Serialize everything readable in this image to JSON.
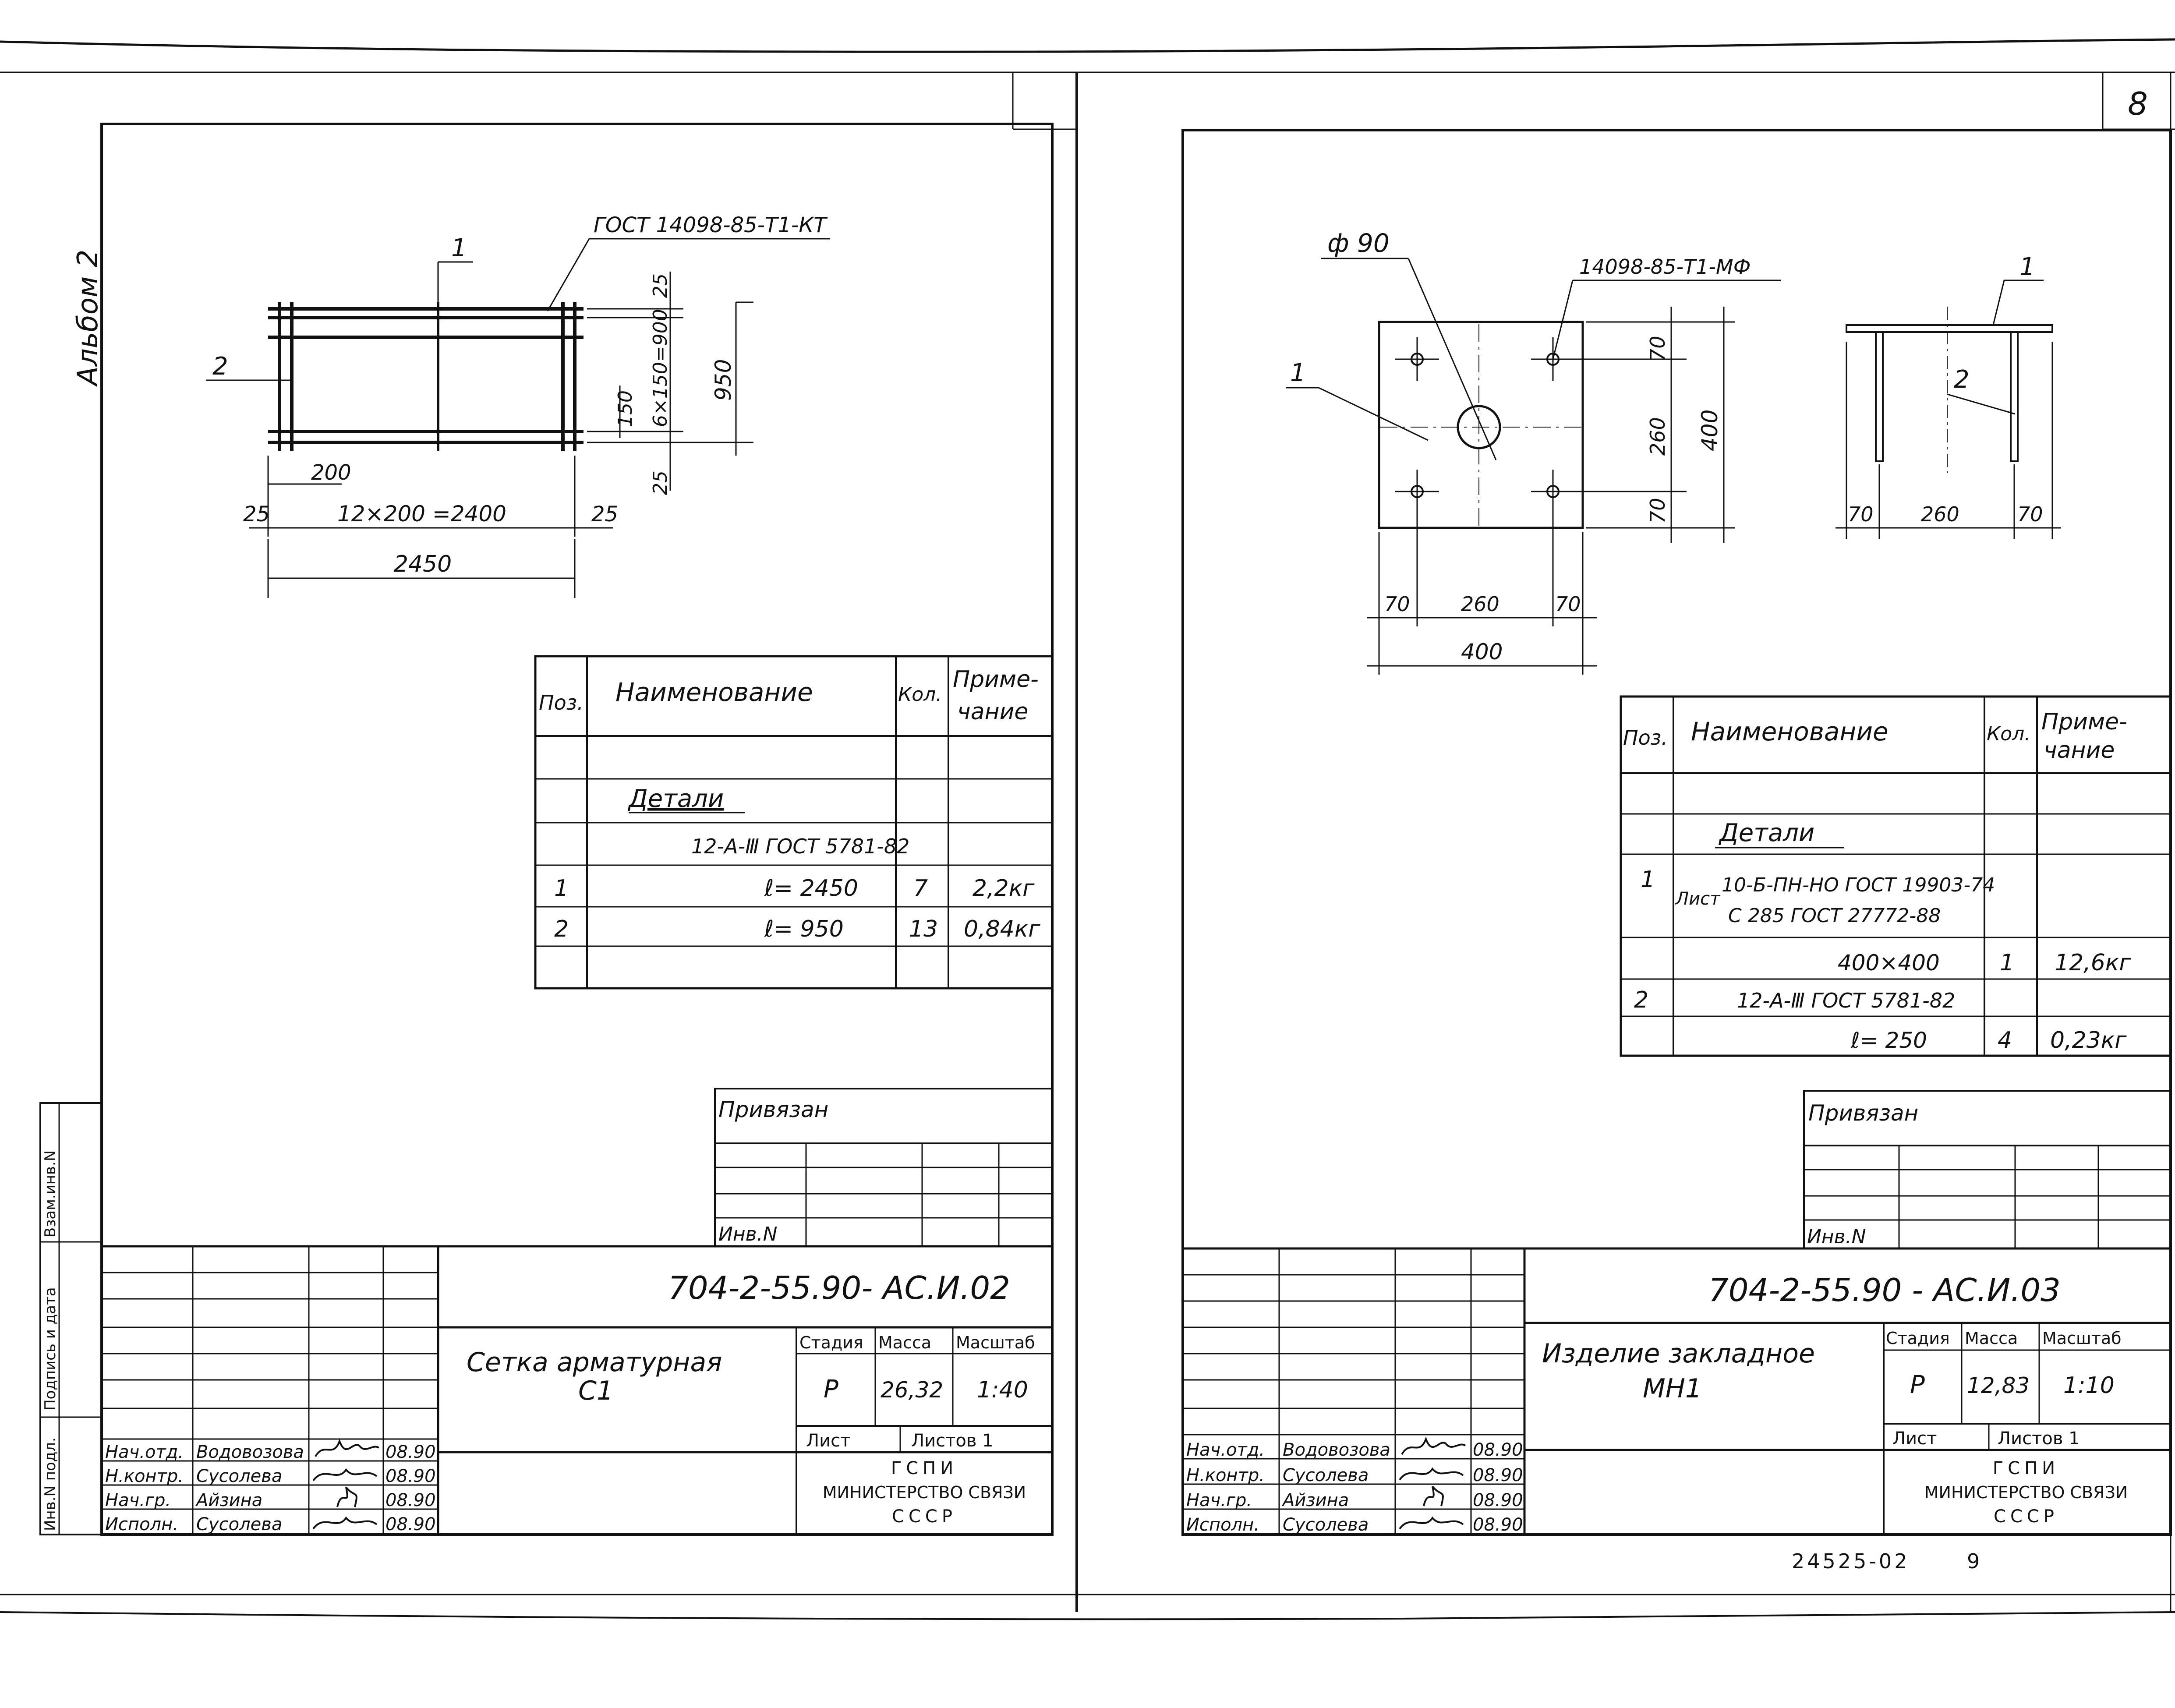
{
  "page": {
    "sheet_number": "8",
    "album_label": "Альбом 2",
    "bottom_code": "24525-02",
    "bottom_page": "9"
  },
  "left": {
    "drawing": {
      "dim_top_pos": "1",
      "gost_label": "ГОСТ 14098-85-Т1-КТ",
      "pos2": "2",
      "d200": "200",
      "d25a": "25",
      "span": "12×200 =2400",
      "d25b": "25",
      "total": "2450",
      "v25a": "25",
      "v150": "150",
      "v900": "6×150=900",
      "v25b": "25",
      "v950": "950"
    },
    "spec": {
      "h_pos": "Поз.",
      "h_name": "Наименование",
      "h_qty": "Кол.",
      "h_note_1": "Приме-",
      "h_note_2": "чание",
      "section": "Детали",
      "material": "12-А-Ⅲ ГОСТ 5781-82",
      "rows": [
        {
          "pos": "1",
          "name": "ℓ= 2450",
          "qty": "7",
          "note": "2,2кг"
        },
        {
          "pos": "2",
          "name": "ℓ= 950",
          "qty": "13",
          "note": "0,84кг"
        }
      ]
    },
    "privyazan": "Привязан",
    "inv": "Инв.N",
    "title": {
      "code": "704-2-55.90- АС.И.02",
      "name_1": "Сетка арматурная",
      "name_2": "С1",
      "stadiya_h": "Стадия",
      "massa_h": "Масса",
      "masshtab_h": "Масштаб",
      "stadiya": "Р",
      "massa": "26,32",
      "masshtab": "1:40",
      "list_h": "Лист",
      "listov_h": "Листов 1",
      "org_1": "ГСПИ",
      "org_2": "МИНИСТЕРСТВО СВЯЗИ",
      "org_3": "СССР",
      "staff": [
        {
          "role": "Нач.отд.",
          "name": "Водовозова",
          "date": "08.90"
        },
        {
          "role": "Н.контр.",
          "name": "Сусолева",
          "date": "08.90"
        },
        {
          "role": "Нач.гр.",
          "name": "Айзина",
          "date": "08.90"
        },
        {
          "role": "Исполн.",
          "name": "Сусолева",
          "date": "08.90"
        }
      ]
    },
    "side_stamp": {
      "inv_podl": "Инв.N подл.",
      "podpis": "Подпись и дата",
      "vzam": "Взам.инв.N"
    }
  },
  "right": {
    "drawing": {
      "phi": "ф 90",
      "gost_label": "14098-85-Т1-МФ",
      "pos1a": "1",
      "pos1b": "1",
      "pos2": "2",
      "v70a": "70",
      "v260": "260",
      "v70b": "70",
      "v400": "400",
      "h70a": "70",
      "h260": "260",
      "h70b": "70",
      "h400": "400",
      "s70a": "70",
      "s260": "260",
      "s70b": "70"
    },
    "spec": {
      "h_pos": "Поз.",
      "h_name": "Наименование",
      "h_qty": "Кол.",
      "h_note_1": "Приме-",
      "h_note_2": "чание",
      "section": "Детали",
      "r1_prefix": "Лист",
      "r1_line1": "10-Б-ПН-НО ГОСТ 19903-74",
      "r1_line2": "С 285 ГОСТ 27772-88",
      "r1_size": "400×400",
      "r1_qty": "1",
      "r1_note": "12,6кг",
      "r2_pos": "2",
      "r2_line1": "12-А-Ⅲ ГОСТ 5781-82",
      "r2_line2": "ℓ= 250",
      "r2_qty": "4",
      "r2_note": "0,23кг",
      "r1_pos": "1"
    },
    "privyazan": "Привязан",
    "inv": "Инв.N",
    "title": {
      "code": "704-2-55.90 - АС.И.03",
      "name_1": "Изделие закладное",
      "name_2": "МН1",
      "stadiya_h": "Стадия",
      "massa_h": "Масса",
      "masshtab_h": "Масштаб",
      "stadiya": "Р",
      "massa": "12,83",
      "masshtab": "1:10",
      "list_h": "Лист",
      "listov_h": "Листов 1",
      "org_1": "ГСПИ",
      "org_2": "МИНИСТЕРСТВО СВЯЗИ",
      "org_3": "СССР",
      "staff": [
        {
          "role": "Нач.отд.",
          "name": "Водовозова",
          "date": "08.90"
        },
        {
          "role": "Н.контр.",
          "name": "Сусолева",
          "date": "08.90"
        },
        {
          "role": "Нач.гр.",
          "name": "Айзина",
          "date": "08.90"
        },
        {
          "role": "Исполн.",
          "name": "Сусолева",
          "date": "08.90"
        }
      ]
    }
  }
}
